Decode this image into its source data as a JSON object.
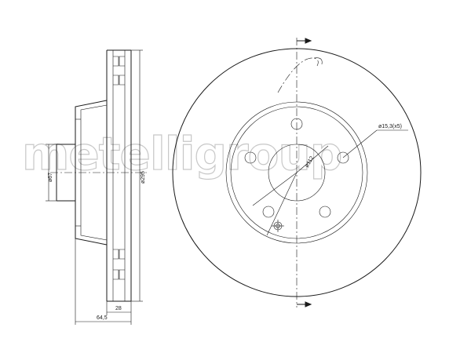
{
  "watermark": "metelligroup",
  "dimensions": {
    "hub_diameter": "ø67",
    "disc_diameter": "ø295",
    "disc_thickness": "28",
    "total_height": "64,5",
    "bolt_circle": "ø112",
    "bolt_holes": "ø15,3(x5)"
  }
}
